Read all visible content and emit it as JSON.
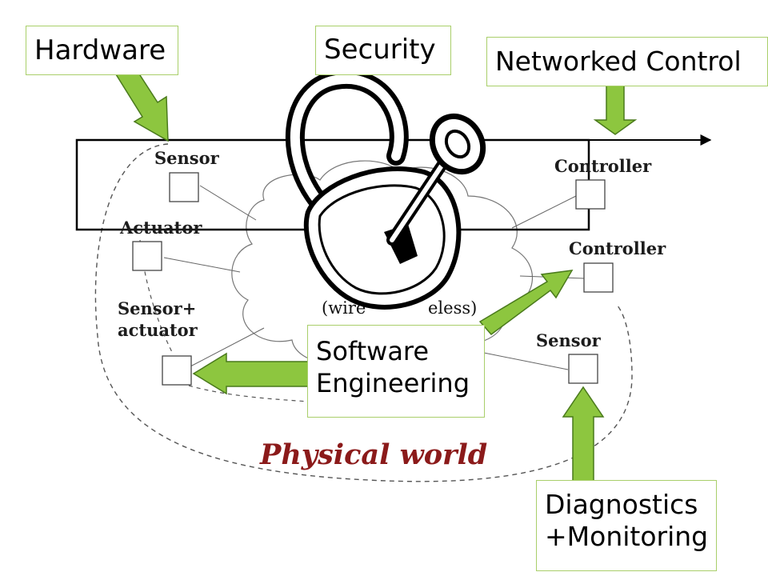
{
  "labels": {
    "hardware": "Hardware",
    "security": "Security",
    "networked_control": "Networked Control",
    "software_engineering_line1": "Software",
    "software_engineering_line2": "Engineering",
    "diagnostics_line1": "Diagnostics",
    "diagnostics_line2": "+Monitoring"
  },
  "nodes": {
    "sensor_top": "Sensor",
    "actuator": "Actuator",
    "sensor_actuator_line1": "Sensor+",
    "sensor_actuator_line2": "actuator",
    "controller_top": "Controller",
    "controller_mid": "Controller",
    "sensor_right": "Sensor"
  },
  "network_label_left": "(wire",
  "network_label_right": "eless)",
  "world_label": "Physical world",
  "icons": [
    "padlock-key-icon",
    "arrow-icon"
  ],
  "colors": {
    "arrow_green": "#8dc63f",
    "arrow_outline": "#4a7a1c",
    "box_border": "#a9cf6a",
    "world_text": "#8b1a1a"
  }
}
